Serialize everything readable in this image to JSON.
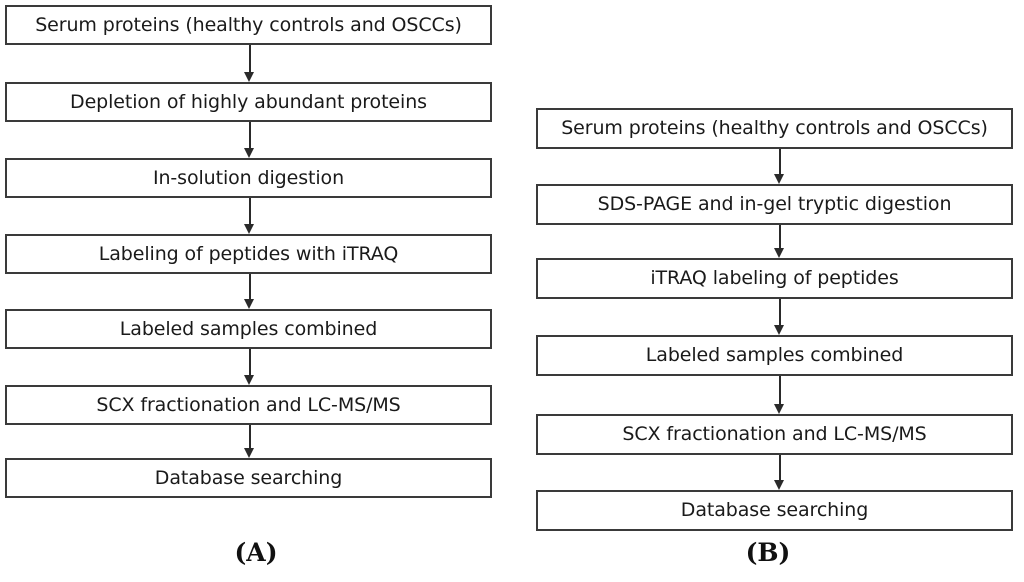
{
  "figure": {
    "background_color": "#ffffff",
    "box_border_color": "#3a3a3a",
    "text_color": "#1a1a1a",
    "arrow_color": "#2a2a2a"
  },
  "panels": [
    {
      "id": "A",
      "caption": "(A)",
      "steps": [
        {
          "label": "Serum proteins (healthy controls and OSCCs)"
        },
        {
          "label": "Depletion of highly abundant proteins"
        },
        {
          "label": "In-solution digestion"
        },
        {
          "label": "Labeling of peptides with iTRAQ"
        },
        {
          "label": "Labeled samples combined"
        },
        {
          "label": "SCX fractionation and LC-MS/MS"
        },
        {
          "label": "Database searching"
        }
      ]
    },
    {
      "id": "B",
      "caption": "(B)",
      "steps": [
        {
          "label": "Serum proteins (healthy controls and OSCCs)"
        },
        {
          "label": "SDS-PAGE and in-gel tryptic digestion"
        },
        {
          "label": "iTRAQ labeling of peptides"
        },
        {
          "label": "Labeled samples combined"
        },
        {
          "label": "SCX fractionation and LC-MS/MS"
        },
        {
          "label": "Database searching"
        }
      ]
    }
  ],
  "chart_data": {
    "type": "diagram",
    "diagram_kind": "flowchart",
    "title": "",
    "panels": [
      {
        "panel": "A",
        "caption": "(A)",
        "nodes": [
          "Serum proteins (healthy controls and OSCCs)",
          "Depletion of highly abundant proteins",
          "In-solution digestion",
          "Labeling of peptides with iTRAQ",
          "Labeled samples combined",
          "SCX fractionation and LC-MS/MS",
          "Database searching"
        ],
        "edges": [
          [
            0,
            1
          ],
          [
            1,
            2
          ],
          [
            2,
            3
          ],
          [
            3,
            4
          ],
          [
            4,
            5
          ],
          [
            5,
            6
          ]
        ],
        "edge_style": "single-headed vertical arrow"
      },
      {
        "panel": "B",
        "caption": "(B)",
        "nodes": [
          "Serum proteins (healthy controls and OSCCs)",
          "SDS-PAGE and in-gel tryptic digestion",
          "iTRAQ labeling of peptides",
          "Labeled samples combined",
          "SCX fractionation and LC-MS/MS",
          "Database searching"
        ],
        "edges": [
          [
            0,
            1
          ],
          [
            1,
            2
          ],
          [
            2,
            3
          ],
          [
            3,
            4
          ],
          [
            4,
            5
          ]
        ],
        "edge_style": "single-headed vertical arrow"
      }
    ]
  }
}
